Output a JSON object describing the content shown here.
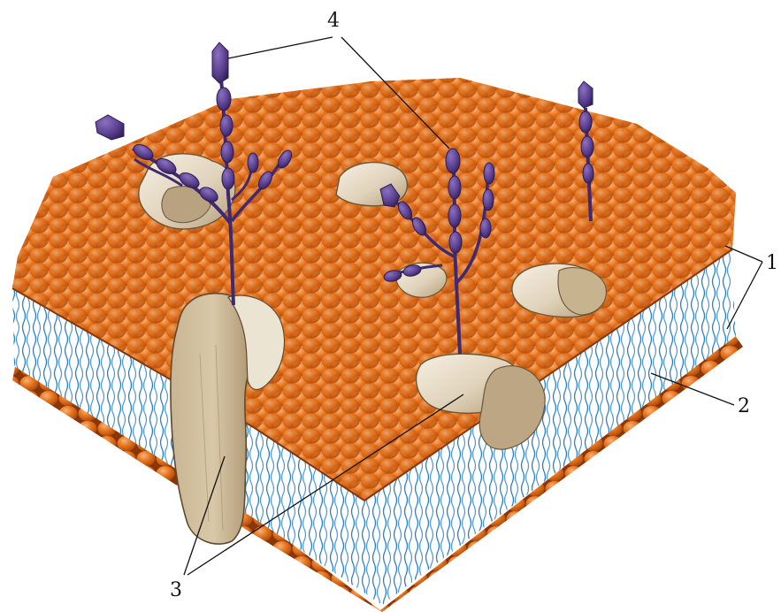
{
  "diagram": {
    "callouts": [
      {
        "id": "label-1",
        "text": "1"
      },
      {
        "id": "label-2",
        "text": "2"
      },
      {
        "id": "label-3",
        "text": "3"
      },
      {
        "id": "label-4",
        "text": "4"
      }
    ]
  },
  "colors": {
    "lipid_head": "#e8761f",
    "lipid_head_shadow": "#a9460a",
    "lipid_head_highlight": "#f7b27a",
    "lipid_tail": "#2b7fc1",
    "protein_light": "#ece3d2",
    "protein_dark": "#c2ad8a",
    "glycan": "#5b3f8f",
    "glycan_dark": "#2d1d55"
  }
}
